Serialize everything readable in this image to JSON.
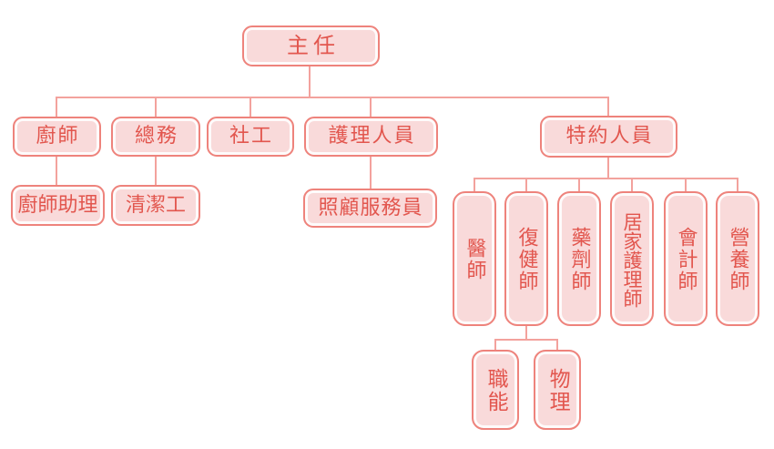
{
  "org_chart": {
    "root": {
      "label": "主任"
    },
    "departments": [
      {
        "label": "廚師",
        "children": [
          {
            "label": "廚師助理"
          }
        ]
      },
      {
        "label": "總務",
        "children": [
          {
            "label": "清潔工"
          }
        ]
      },
      {
        "label": "社工",
        "children": []
      },
      {
        "label": "護理人員",
        "children": [
          {
            "label": "照顧服務員"
          }
        ]
      },
      {
        "label": "特約人員",
        "children": [
          {
            "label": "醫師"
          },
          {
            "label": "復健師",
            "children": [
              {
                "label": "職能"
              },
              {
                "label": "物理"
              }
            ]
          },
          {
            "label": "藥劑師"
          },
          {
            "label": "居家護理師"
          },
          {
            "label": "會計師"
          },
          {
            "label": "營養師"
          }
        ]
      }
    ]
  },
  "colors": {
    "box_fill": "#f9dada",
    "box_border": "#ee837c",
    "box_inner_ring": "#fefbfb",
    "text": "#e2564e",
    "connector": "#f3a29d",
    "background": "#ffffff"
  }
}
